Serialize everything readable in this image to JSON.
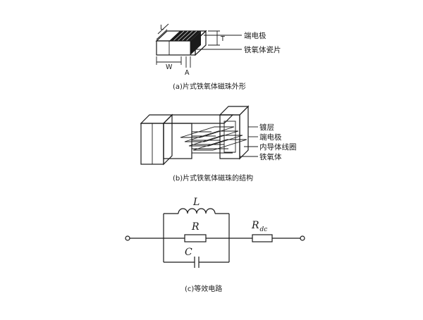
{
  "figure_a": {
    "caption": "(a)片式铁氧体磁珠外形",
    "label_electrode": "端电极",
    "label_ferrite_sheet": "铁氧体瓷片",
    "dim_L": "L",
    "dim_T": "T",
    "dim_W": "W",
    "dim_A": "A"
  },
  "figure_b": {
    "caption": "(b)片式铁氧体磁珠的结构",
    "label_plating": "镀层",
    "label_electrode": "端电极",
    "label_coil": "内导体线圈",
    "label_ferrite": "铁氧体"
  },
  "figure_c": {
    "caption": "(c)等效电路",
    "sym_L": "L",
    "sym_R": "R",
    "sym_C": "C",
    "sym_Rdc_main": "R",
    "sym_Rdc_sub": "dc"
  }
}
